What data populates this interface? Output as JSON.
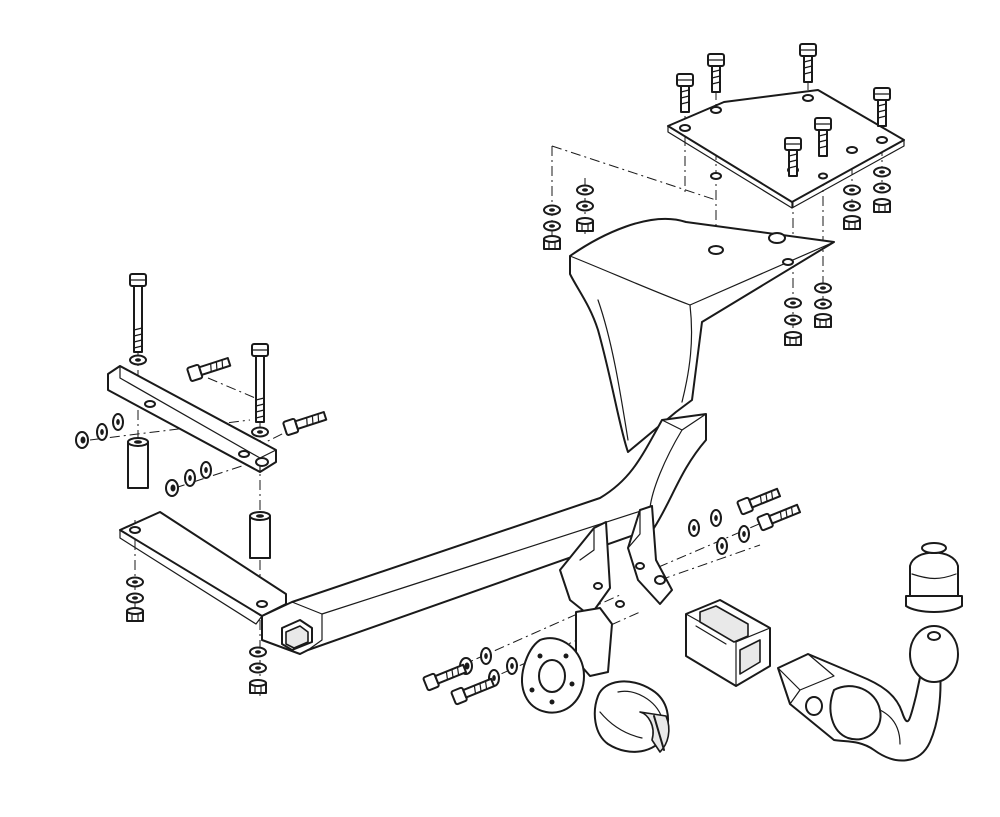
{
  "diagram": {
    "kind": "exploded-assembly",
    "parts": [
      "tow-bar-crossbeam",
      "right-mounting-bracket",
      "rear-mounting-plate",
      "left-upper-bracket",
      "left-lower-bracket",
      "spacer-tube",
      "socket-plate",
      "electrical-socket",
      "ball-mount-receiver",
      "tow-ball-neck",
      "ball-cover-cap"
    ],
    "colors": {
      "line": "#1a1a1a",
      "background": "#ffffff",
      "shade": "#e9e9e9"
    }
  }
}
